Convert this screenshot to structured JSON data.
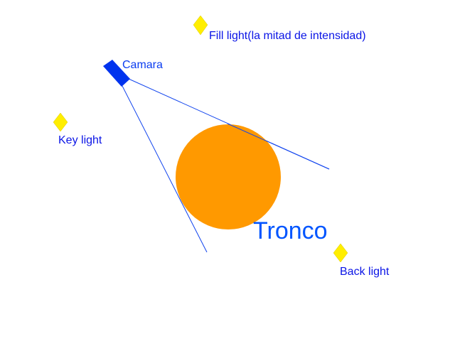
{
  "labels": {
    "fill_light": "Fill light(la mitad de intensidad)",
    "camera": "Camara",
    "key_light": "Key light",
    "subject": "Tronco",
    "back_light": "Back light"
  },
  "colors": {
    "light": "#ffee00",
    "camera": "#0033ee",
    "subject": "#ff9900",
    "label": "#0a14e6",
    "subject_label": "#0055ff",
    "view_lines": "#1144ee"
  }
}
